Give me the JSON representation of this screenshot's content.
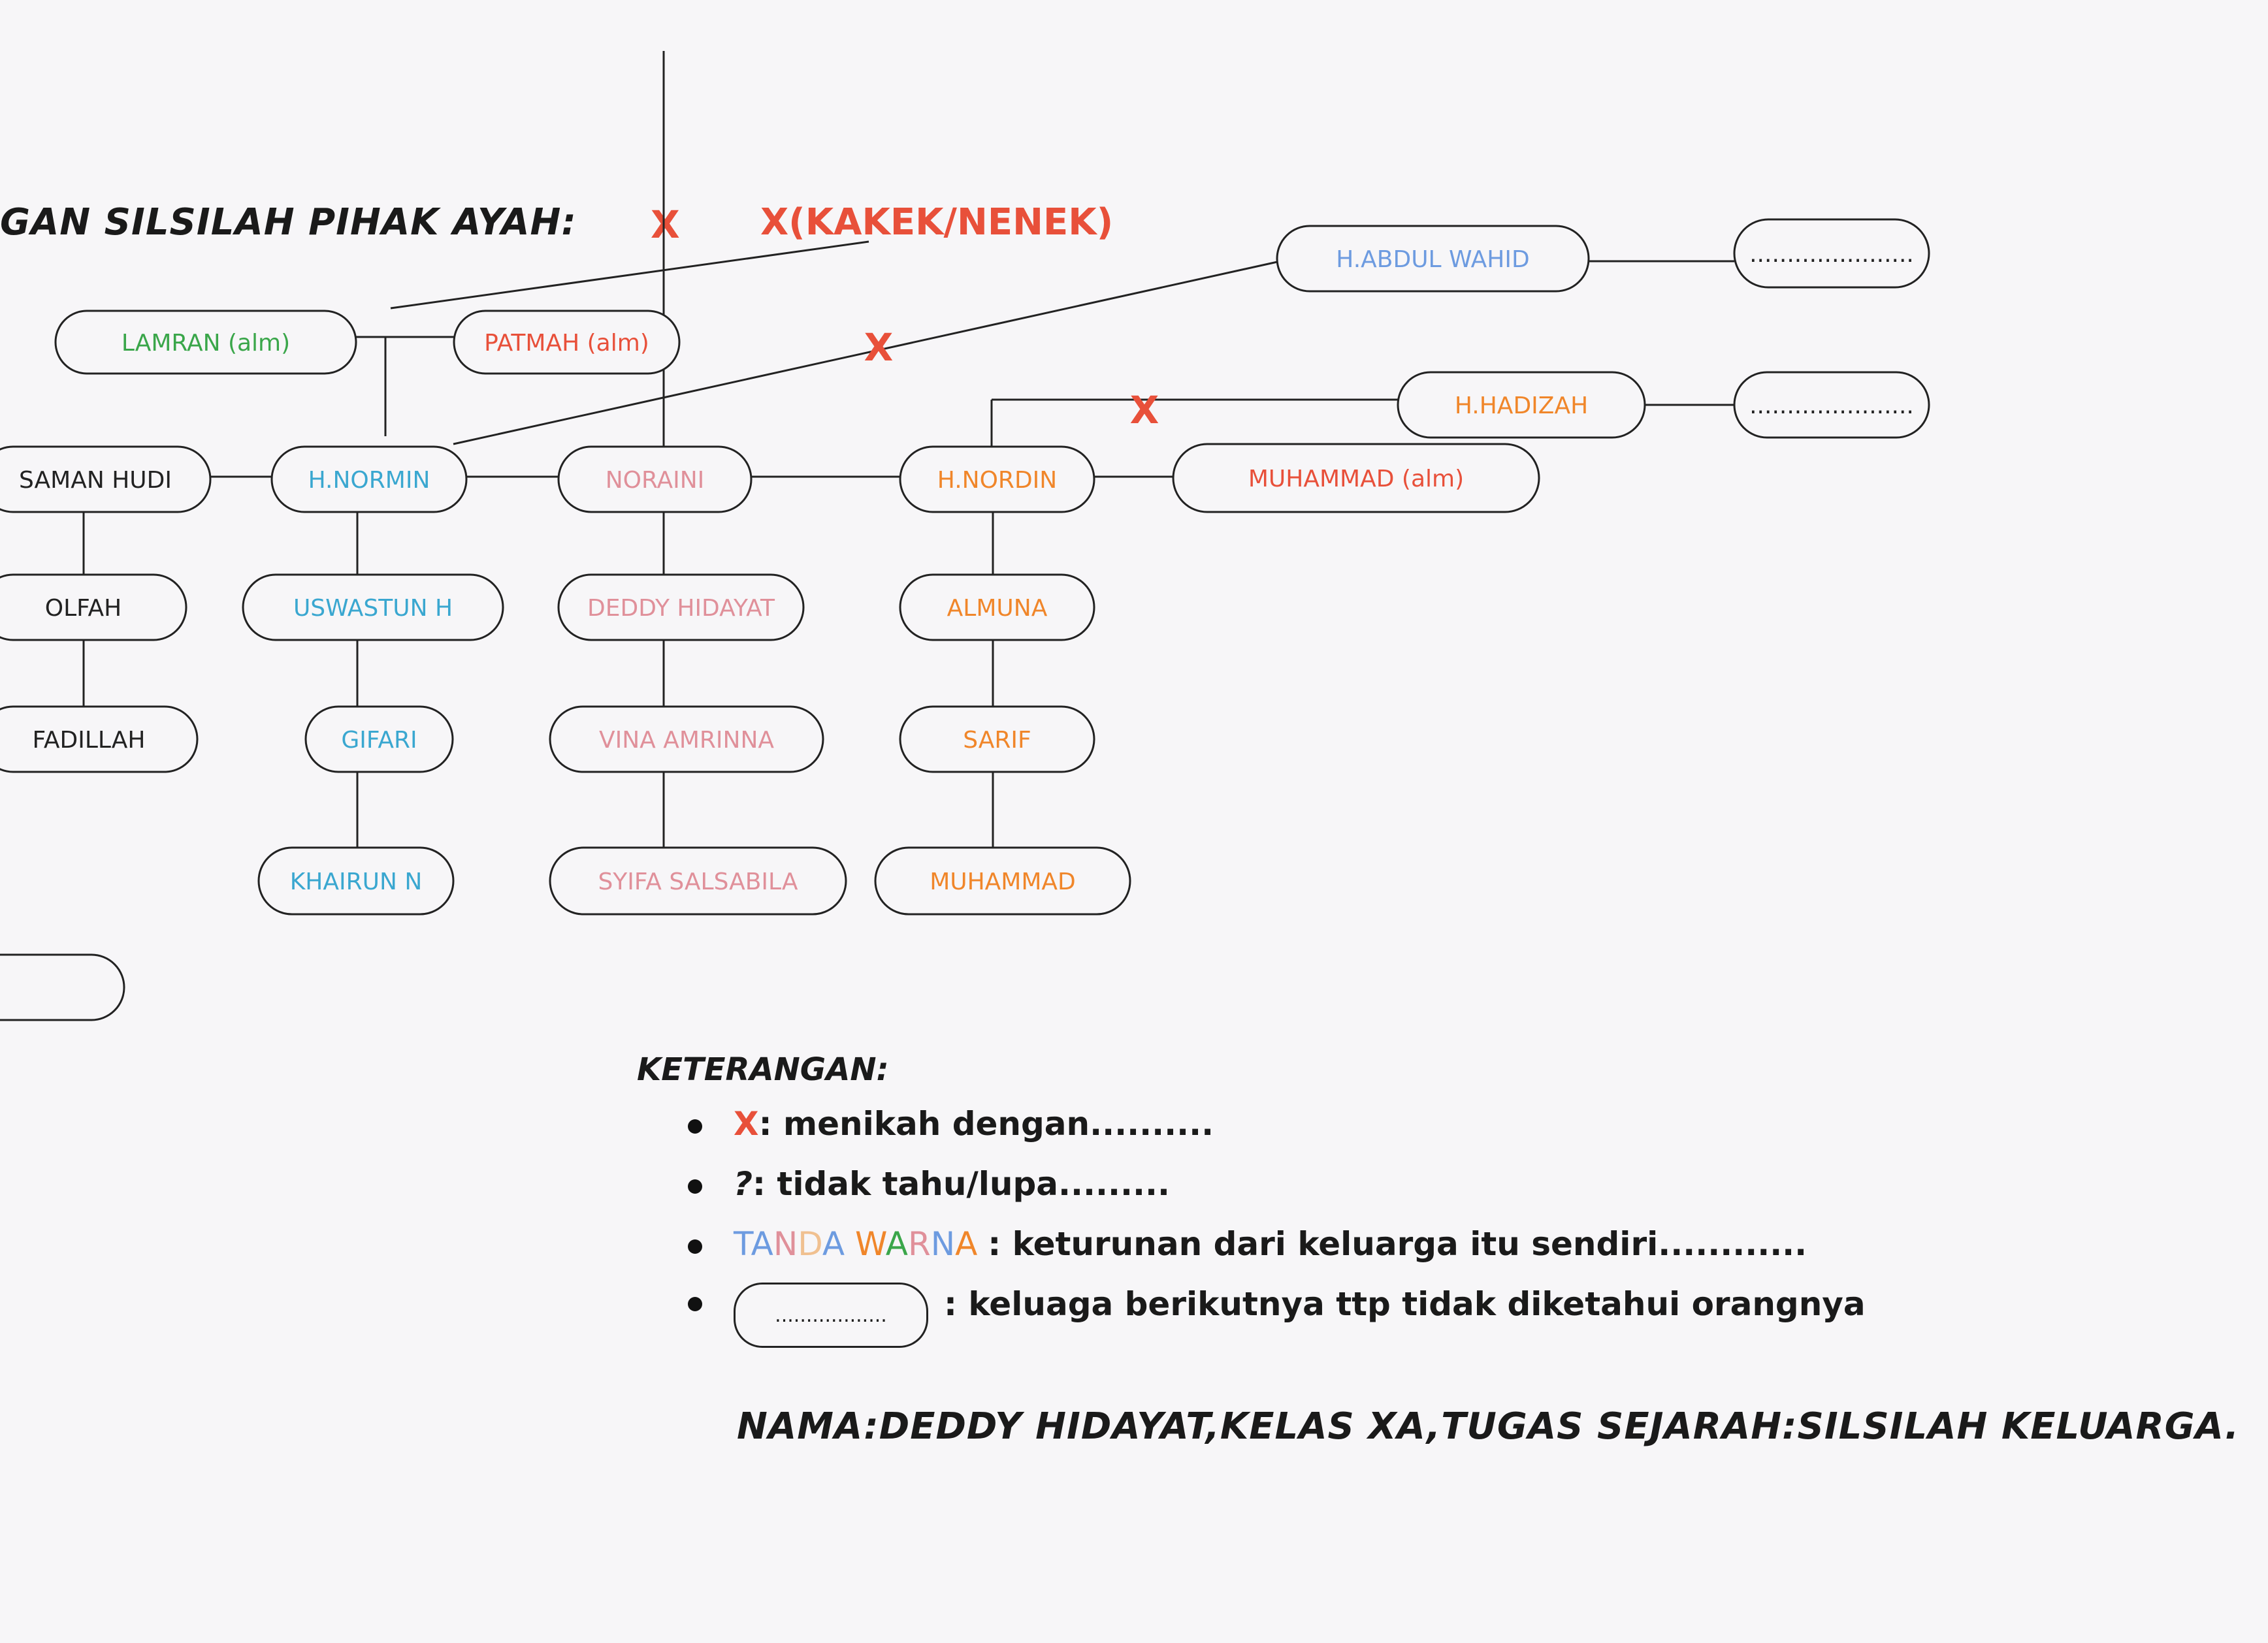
{
  "heading": {
    "text": "GAN SILSILAH PIHAK AYAH:",
    "marker": "X",
    "kakek_nenek": "X(KAKEK/NENEK)"
  },
  "marriage_mark": "X",
  "colors": {
    "red": "#e8503a",
    "green": "#3aa64a",
    "blue": "#6d9be0",
    "orange": "#f0862a",
    "pink": "#e0909a",
    "cyan": "#3aa7d0",
    "black": "#222222",
    "line": "#222222"
  },
  "nodes": {
    "lamran": {
      "label": "LAMRAN (alm)",
      "color": "green"
    },
    "patmah": {
      "label": "PATMAH (alm)",
      "color": "red"
    },
    "abdul_wahid": {
      "label": "H.ABDUL WAHID",
      "color": "blue"
    },
    "abdul_wahid_spouse": {
      "label": "......................",
      "color": "black"
    },
    "hadizah": {
      "label": "H.HADIZAH",
      "color": "orange"
    },
    "hadizah_spouse": {
      "label": "......................",
      "color": "black"
    },
    "saman_hudi": {
      "label": "SAMAN HUDI",
      "color": "black"
    },
    "normin": {
      "label": "H.NORMIN",
      "color": "cyan"
    },
    "noraini": {
      "label": "NORAINI",
      "color": "pink"
    },
    "nordin": {
      "label": "H.NORDIN",
      "color": "orange"
    },
    "muhammad_alm": {
      "label": "MUHAMMAD (alm)",
      "color": "red"
    },
    "olfah": {
      "label": "OLFAH",
      "color": "black"
    },
    "uswastun": {
      "label": "USWASTUN H",
      "color": "cyan"
    },
    "deddy": {
      "label": "DEDDY HIDAYAT",
      "color": "pink"
    },
    "almuna": {
      "label": "ALMUNA",
      "color": "orange"
    },
    "fadillah": {
      "label": "FADILLAH",
      "color": "black"
    },
    "gifari": {
      "label": "GIFARI",
      "color": "cyan"
    },
    "vina": {
      "label": "VINA AMRINNA",
      "color": "pink"
    },
    "sarif": {
      "label": "SARIF",
      "color": "orange"
    },
    "khairun": {
      "label": "KHAIRUN N",
      "color": "cyan"
    },
    "syifa": {
      "label": "SYIFA SALSABILA",
      "color": "pink"
    },
    "muhammad": {
      "label": "MUHAMMAD",
      "color": "orange"
    },
    "partial_box": {
      "label": "",
      "color": "black"
    }
  },
  "legend": {
    "title": "KETERANGAN:",
    "items": [
      {
        "symbol": "X",
        "text": ": menikah dengan.........."
      },
      {
        "symbol": "?",
        "text": ": tidak tahu/lupa........."
      },
      {
        "symbol_parts": [
          "T",
          "A",
          "N",
          "D",
          "A",
          " ",
          "W",
          "A",
          "R",
          "N",
          "A"
        ],
        "text": ": keturunan dari keluarga itu sendiri............"
      },
      {
        "box_label": "..................",
        "text": ": keluaga berikutnya ttp tidak diketahui orangnya"
      }
    ]
  },
  "footer": "NAMA:DEDDY HIDAYAT,KELAS XA,TUGAS SEJARAH:SILSILAH KELUARGA."
}
